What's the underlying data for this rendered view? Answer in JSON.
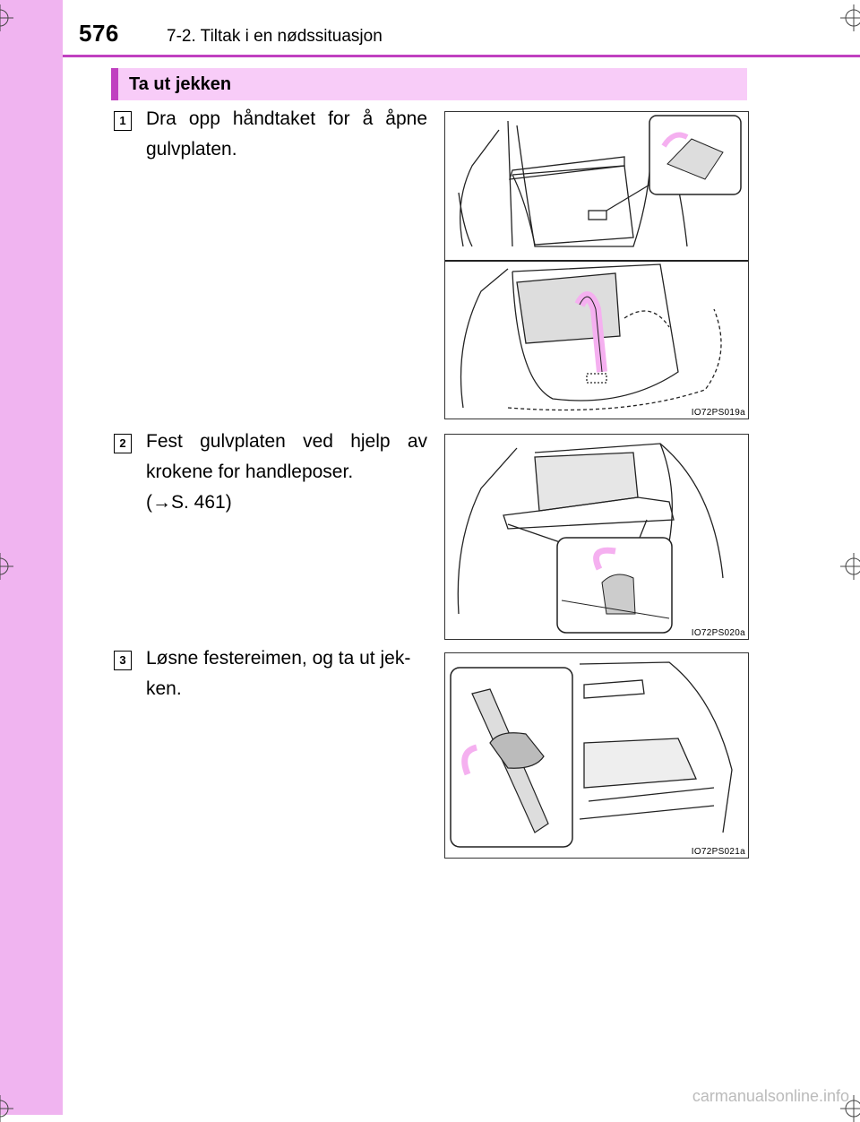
{
  "header": {
    "page_number": "576",
    "section": "7-2. Tiltak i en nødssituasjon"
  },
  "section_title": "Ta ut jekken",
  "steps": [
    {
      "number": "1",
      "text": "Dra opp håndtaket for å åpne gulvplaten.",
      "figure_code": "IO72PS019a"
    },
    {
      "number": "2",
      "text": "Fest gulvplaten ved hjelp av krokene for handleposer.",
      "reference": "(→S. 461)",
      "figure_code": "IO72PS020a"
    },
    {
      "number": "3",
      "text": "Løsne festereimen, og ta ut jek-ken.",
      "figure_code": "IO72PS021a"
    }
  ],
  "footer": {
    "watermark": "carmanualsonline.info"
  },
  "colors": {
    "band": "#f0b4f0",
    "accent": "#c040c0",
    "title_bg": "#f8ccf8",
    "arrow": "#f5b0f0"
  }
}
